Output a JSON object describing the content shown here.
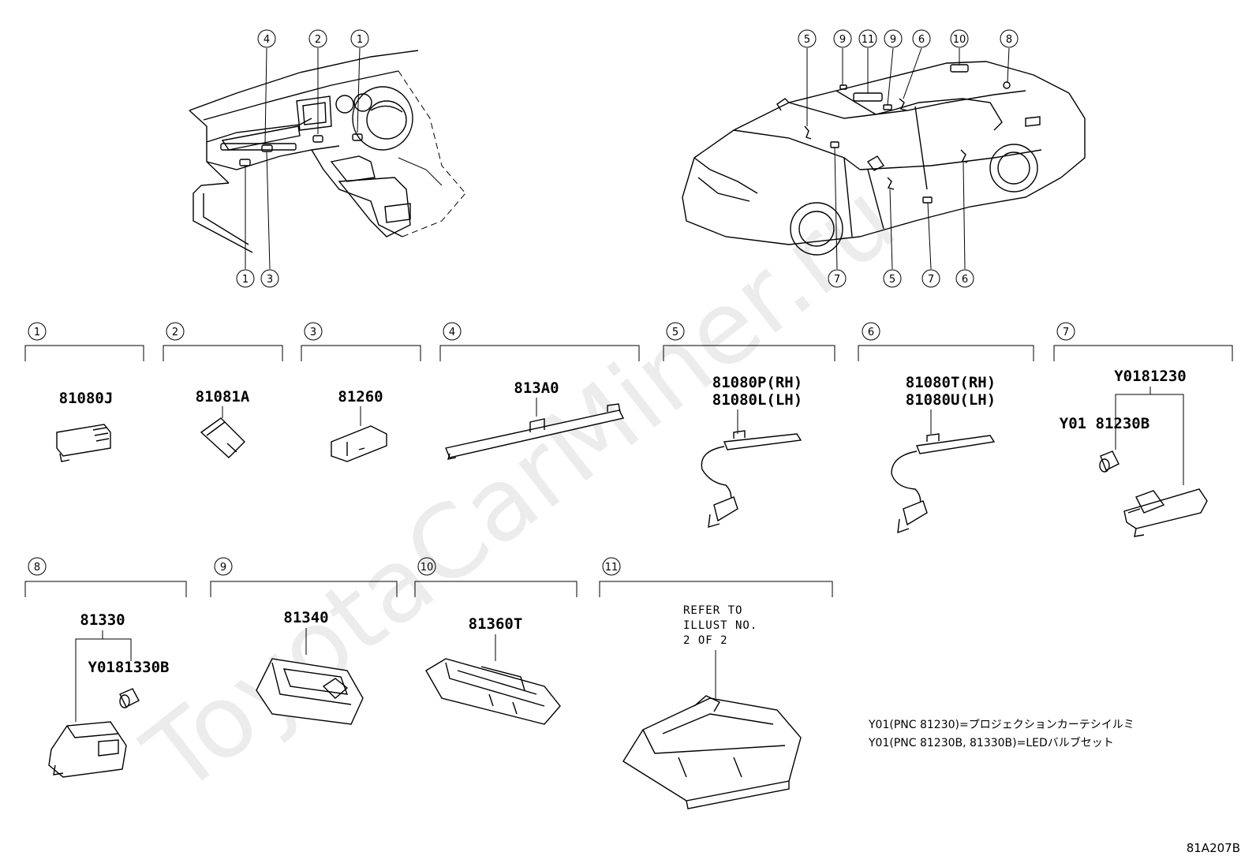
{
  "watermark": "ToyotaCarMiner.ru",
  "diagram_code": "81A207B",
  "callouts": {
    "c1": "1",
    "c2": "2",
    "c3": "3",
    "c4": "4",
    "c5": "5",
    "c6": "6",
    "c7": "7",
    "c8": "8",
    "c9": "9",
    "c10": "10",
    "c11": "11"
  },
  "parts": {
    "p1": "81080J",
    "p2": "81081A",
    "p3": "81260",
    "p4": "813A0",
    "p5_rh": "81080P(RH)",
    "p5_lh": "81080L(LH)",
    "p6_rh": "81080T(RH)",
    "p6_lh": "81080U(LH)",
    "p7_main": "Y0181230",
    "p7_sub": "Y01 81230B",
    "p8_main": "81330",
    "p8_sub": "Y0181330B",
    "p9": "81340",
    "p10": "81360T"
  },
  "refer_note": {
    "line1": "REFER TO",
    "line2": "ILLUST NO.",
    "line3": "2 OF 2"
  },
  "legend": {
    "line1": "Y01(PNC 81230)=プロジェクションカーテシイルミ",
    "line2": "Y01(PNC 81230B, 81330B)=LEDバルブセット"
  }
}
